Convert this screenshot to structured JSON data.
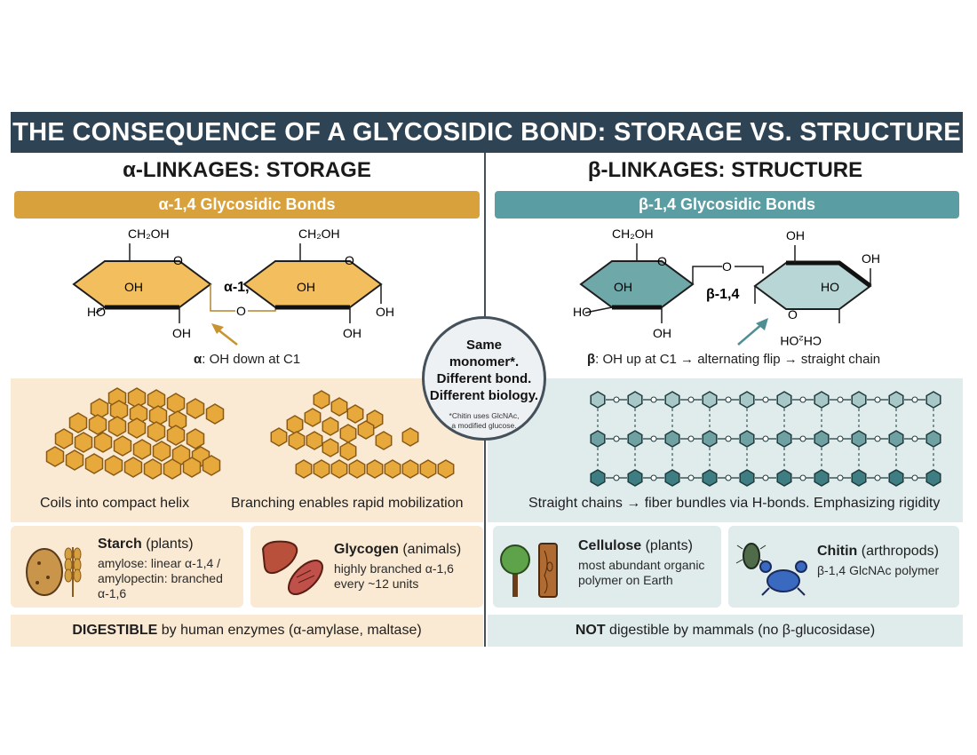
{
  "title": "THE CONSEQUENCE OF A GLYCOSIDIC BOND: STORAGE VS. STRUCTURE",
  "left": {
    "heading": "α-LINKAGES: STORAGE",
    "banner": "α-1,4 Glycosidic Bonds",
    "linkage_label": "α-1,4",
    "note_prefix": "α",
    "note_rest": ": OH down at C1",
    "band_caption_1": "Coils into compact helix",
    "band_caption_2": "Branching enables rapid mobilization",
    "card1": {
      "name": "Starch",
      "source": " (plants)",
      "desc_1": "amylose: linear α-1,4 /",
      "desc_2": "amylopectin: branched",
      "desc_3": "α-1,6",
      "icon": "potato-wheat-icon"
    },
    "card2": {
      "name": "Glycogen",
      "source": " (animals)",
      "desc_1": "highly branched α-1,6",
      "desc_2": "every ~12 units",
      "icon": "liver-muscle-icon"
    },
    "bottom_bold": "DIGESTIBLE",
    "bottom_rest": " by human enzymes (α-amylase, maltase)"
  },
  "right": {
    "heading": "β-LINKAGES: STRUCTURE",
    "banner": "β-1,4 Glycosidic Bonds",
    "linkage_label": "β-1,4",
    "note_prefix": "β",
    "note_rest": ": OH up at C1 → alternating flip → straight chain",
    "band_caption": "Straight chains → fiber bundles via H-bonds. Emphasizing rigidity",
    "card1": {
      "name": "Cellulose",
      "source": " (plants)",
      "desc_1": "most abundant organic",
      "desc_2": "polymer on Earth",
      "icon": "tree-wood-icon"
    },
    "card2": {
      "name": "Chitin",
      "source": " (arthropods)",
      "desc_1": "β-1,4 GlcNAc polymer",
      "icon": "beetle-crab-icon"
    },
    "bottom_bold": "NOT",
    "bottom_rest": " digestible by mammals (no β-glucosidase)"
  },
  "molecule_labels": {
    "ch2oh": "CH₂OH",
    "oh": "OH",
    "ho": "HO",
    "o": "O",
    "ch2oh_flipped": "CH₂OH"
  },
  "center": {
    "line1": "Same",
    "line2": "monomer*.",
    "line3": "Different bond.",
    "line4": "Different biology.",
    "foot1": "*Chitin uses GlcNAc,",
    "foot2": "a modified glucose."
  },
  "colors": {
    "title_bg": "#2e4455",
    "alpha_accent": "#d9a13b",
    "beta_accent": "#5a9ea3",
    "alpha_bg": "#fbead3",
    "beta_bg": "#e0ecec",
    "divider": "#44505a"
  }
}
